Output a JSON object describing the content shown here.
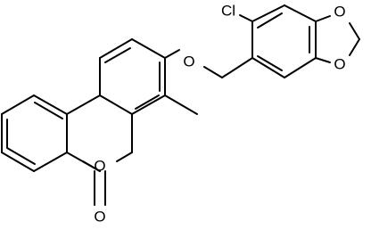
{
  "atoms": {
    "chlorine": "Cl",
    "ether_oxygen": "O",
    "dioxole_oxygen_top": "O",
    "dioxole_oxygen_bottom": "O",
    "lactone_ring_oxygen": "O",
    "carbonyl_oxygen": "O"
  },
  "colors": {
    "bond": "#000000",
    "background": "#ffffff"
  }
}
